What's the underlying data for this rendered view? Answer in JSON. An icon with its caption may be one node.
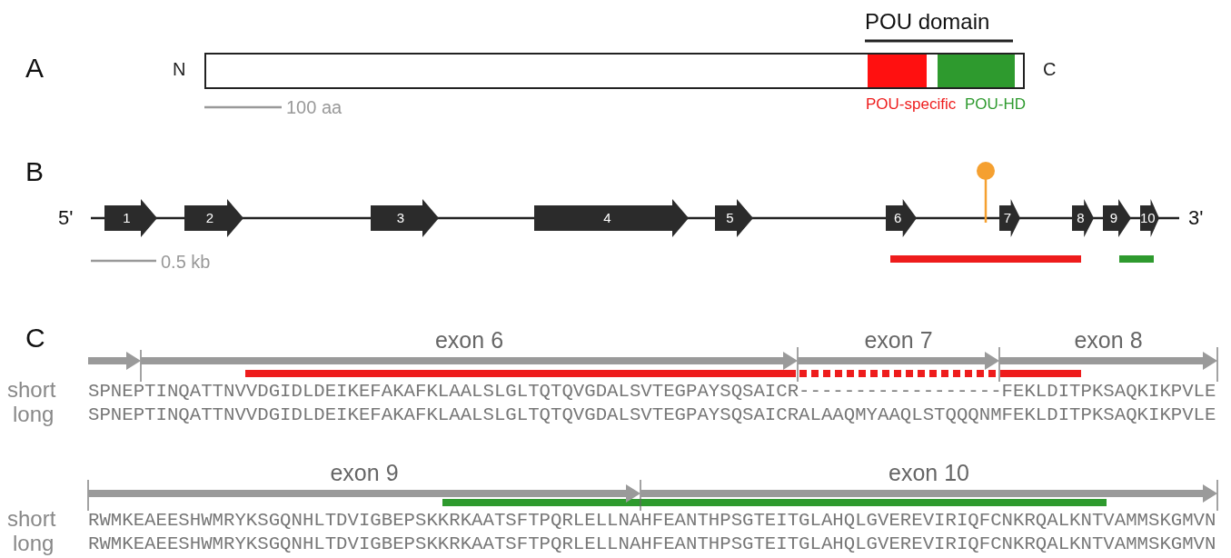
{
  "diagram": {
    "nodes": [
      {
        "text": [],
        "shape": "box",
        "beside": [
          "N",
          "C"
        ]
      },
      {
        "text": [],
        "shape": "box",
        "in": 0,
        "beside": [
          "POU-specific"
        ]
      },
      {
        "text": [],
        "shape": "box",
        "in": 0,
        "beside": [
          "POU-HD"
        ]
      },
      {
        "text": [
          "1"
        ]
      },
      {
        "text": [
          "2"
        ]
      },
      {
        "text": [
          "3"
        ]
      },
      {
        "text": [
          "4"
        ]
      },
      {
        "text": [
          "5"
        ]
      },
      {
        "text": [
          "6"
        ]
      },
      {
        "text": [
          "7"
        ]
      },
      {
        "text": [
          "8"
        ]
      },
      {
        "text": [
          "9"
        ]
      },
      {
        "text": [
          "10"
        ]
      },
      {
        "text": [],
        "shape": "arrow"
      },
      {
        "text": [
          "exon 6"
        ]
      },
      {
        "text": [
          "exon 7"
        ]
      },
      {
        "text": [
          "exon 8"
        ]
      },
      {
        "text": [
          "exon 9"
        ]
      },
      {
        "text": [
          "exon 10"
        ]
      }
    ],
    "labels": [
      "POU domain",
      "A",
      "100 aa",
      "B",
      "5'",
      "3'",
      "0.5 kb",
      "C",
      "short",
      "SPNEPTINQATTNVVDGIDLDEIKEFAKAFKLAALSLGLTQTQVGDALSVTEGPAYSQSAICR------------------FEKLDITPKSAQKIKPVLE",
      "long",
      "SPNEPTINQATTNVVDGIDLDEIKEFAKAFKLAALSLGLTQTQVGDALSVTEGPAYSQSAICRALAAQMYAAQLSTQQQNMFEKLDITPKSAQKIKPVLE",
      "short",
      "RWMKEAEESHWMRYKSGQNHLTDVIGBEPSKKRKAATSFTPQRLELLNAHFEANTHPSGTEITGLAHQLGVEREVIRIQFCNKRQALKNTVAMMSKGMVN",
      "long",
      "RWMKEAEESHWMRYKSGQNHLTDVIGBEPSKKRKAATSFTPQRLELLNAHFEANTHPSGTEITGLAHQLGVEREVIRIQFCNKRQALKNTVAMMSKGMVN"
    ]
  }
}
